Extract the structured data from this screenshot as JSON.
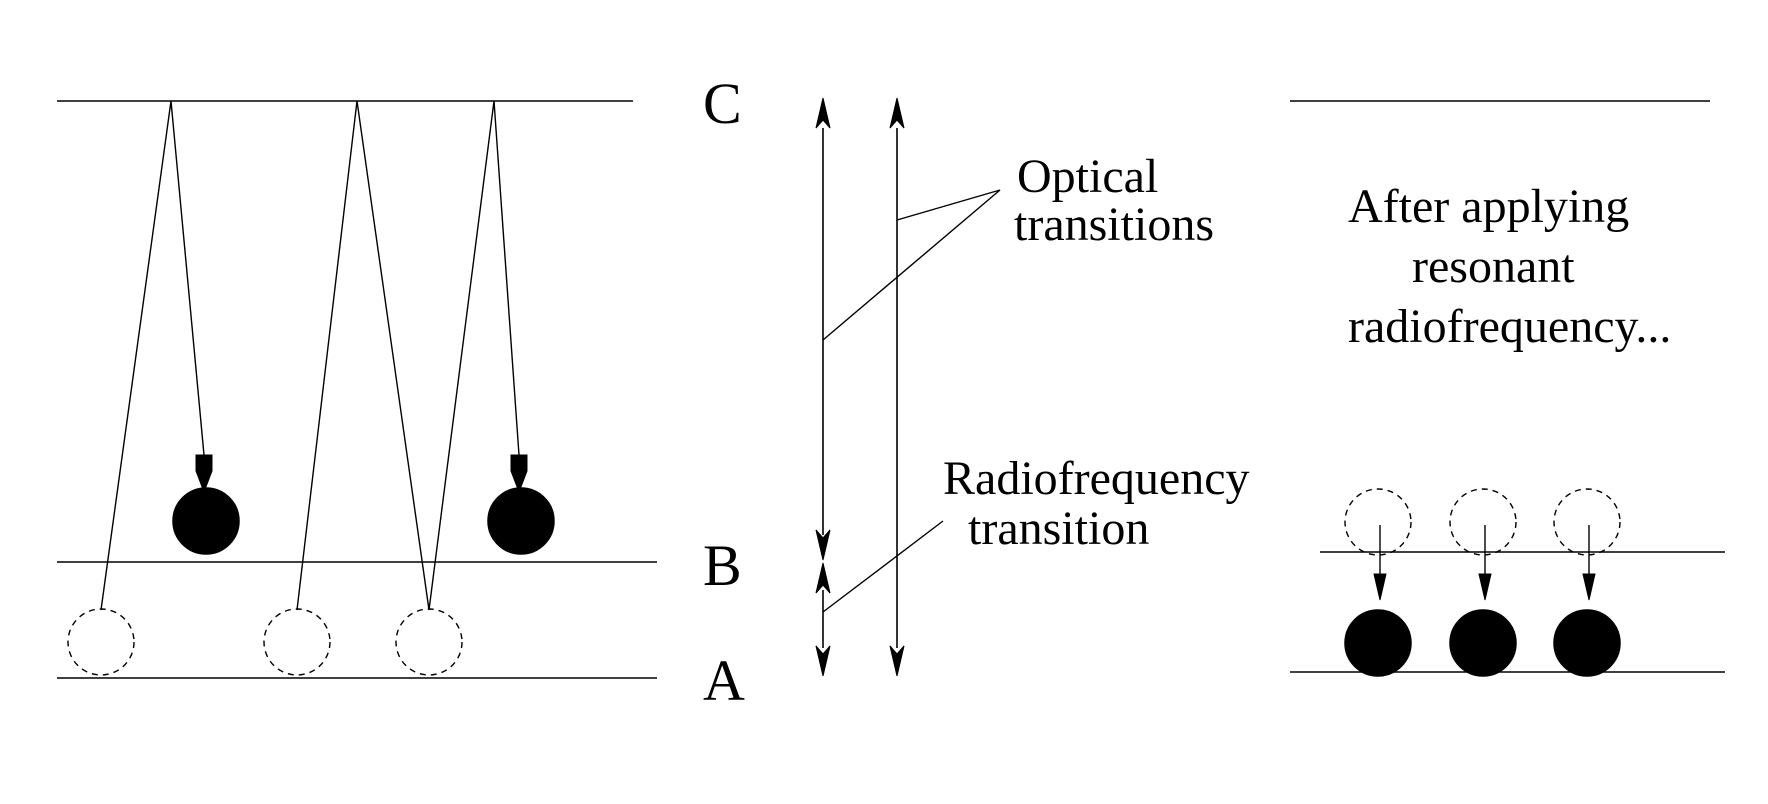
{
  "levels": {
    "c": "C",
    "b": "B",
    "a": "A"
  },
  "annotations": {
    "optical_line1": "Optical",
    "optical_line2": "transitions",
    "rf_line1": "Radiofrequency",
    "rf_line2": "transition",
    "after_line1": "After applying",
    "after_line2": "resonant",
    "after_line3": "radiofrequency..."
  }
}
